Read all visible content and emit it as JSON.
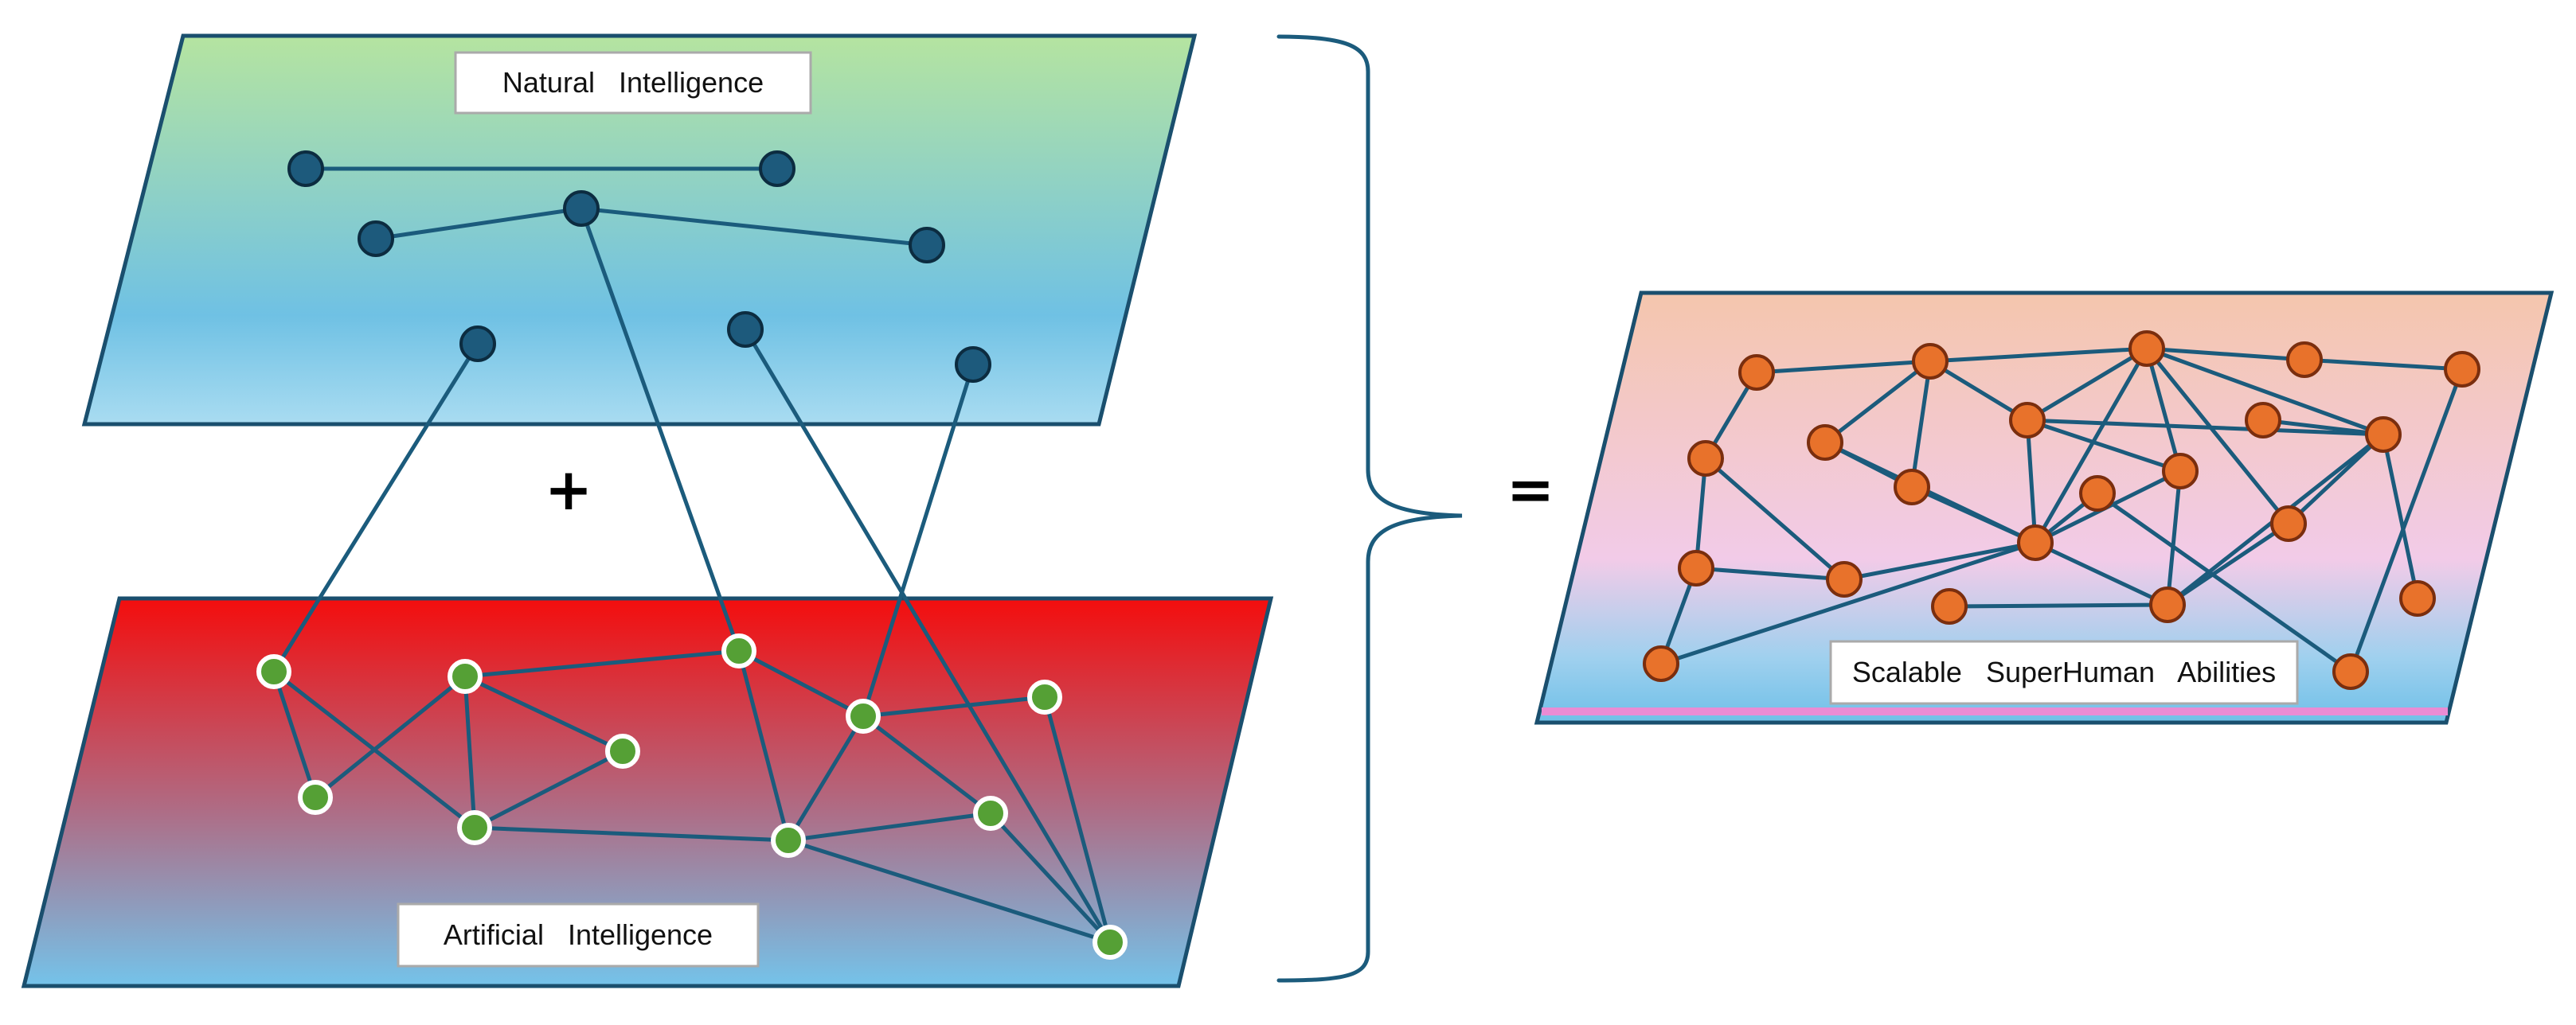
{
  "labels": {
    "natural": "Natural   Intelligence",
    "artificial": "Artificial   Intelligence",
    "result": "Scalable   SuperHuman   Abilities"
  },
  "operators": {
    "plus": "+",
    "equals": "="
  },
  "colors": {
    "outline": "#1a4f6e",
    "edge": "#1b5b7c",
    "natural_node": "#1d5a7c",
    "ai_node": "#55a035",
    "result_node": "#e8722b",
    "result_node_stroke": "#7a2e0e",
    "natural_top": "#b5e4a0",
    "natural_bottom": "#6fc1e4",
    "ai_top": "#f40d0d",
    "ai_bottom": "#74c3ea",
    "result_top": "#f4c6ad",
    "result_mid": "#f2cbe8",
    "result_bottom": "#6fc0e8"
  }
}
